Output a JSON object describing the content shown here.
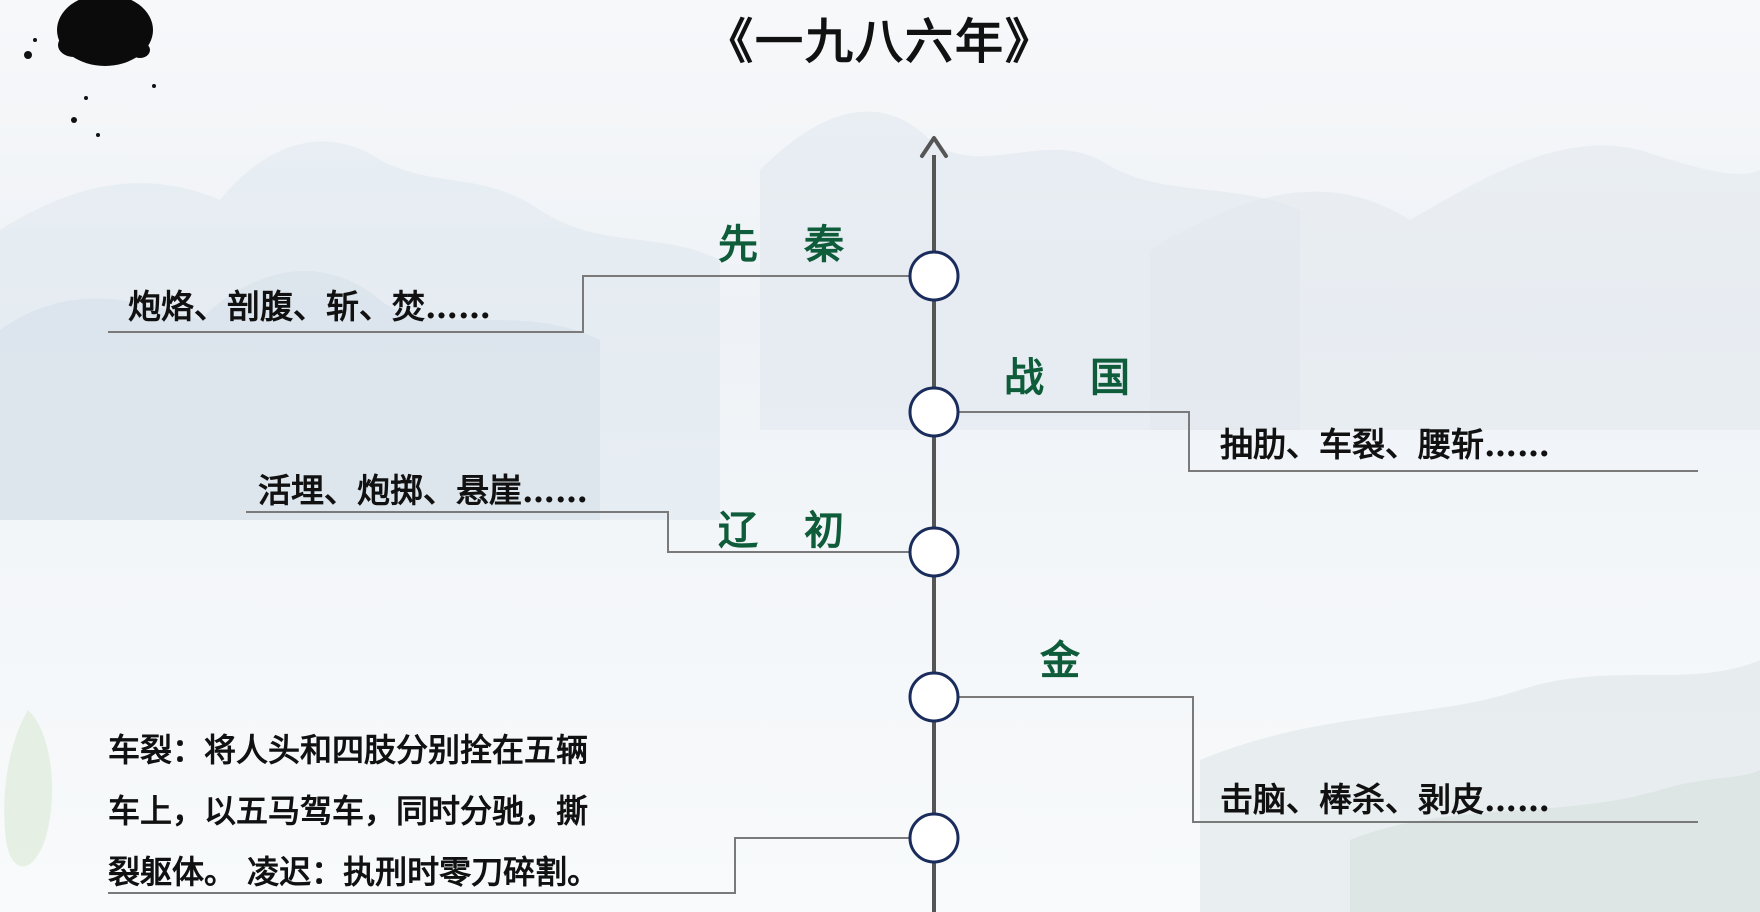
{
  "title": "《一九八六年》",
  "timeline": [
    {
      "era": "先秦",
      "punishments": "炮烙、剖腹、斩、焚……"
    },
    {
      "era": "战国",
      "punishments": "抽肋、车裂、腰斩……"
    },
    {
      "era": "辽初",
      "punishments": "活埋、炮掷、悬崖……"
    },
    {
      "era": "金",
      "punishments": "击脑、棒杀、剥皮……"
    }
  ],
  "note": {
    "lines": [
      "车裂：将人头和四肢分别拴在五辆",
      "车上，以五马驾车，同时分驰，撕",
      "裂躯体。 凌迟：执刑时零刀碎割。"
    ]
  },
  "colors": {
    "era_text": "#0f5c3a",
    "axis": "#555555",
    "node_border": "#1a2c5c",
    "connector": "#7a7a7a"
  }
}
